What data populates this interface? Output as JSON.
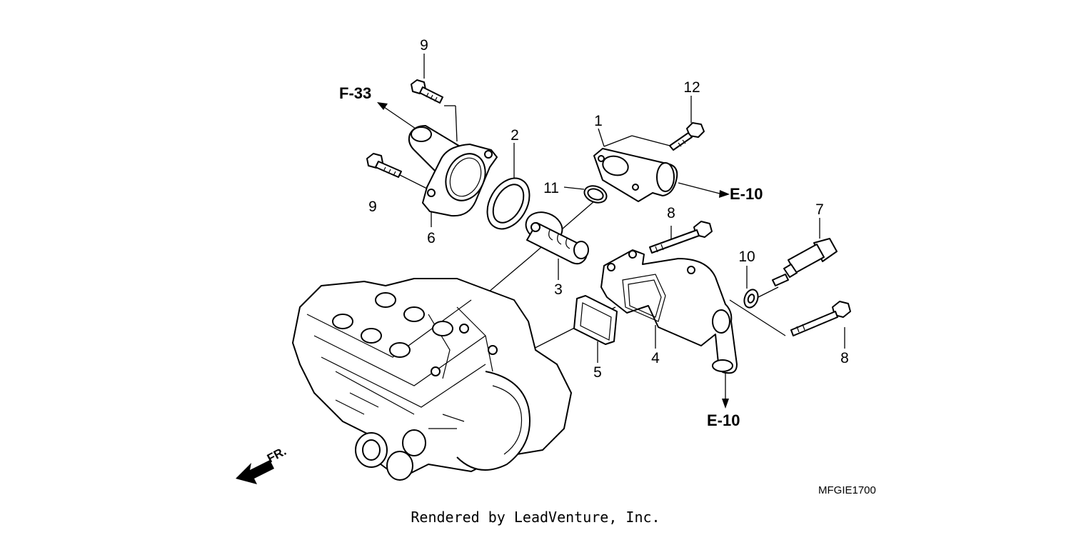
{
  "callouts": {
    "c1": "1",
    "c2": "2",
    "c3": "3",
    "c4": "4",
    "c5": "5",
    "c6": "6",
    "c7": "7",
    "c8a": "8",
    "c8b": "8",
    "c9a": "9",
    "c9b": "9",
    "c10": "10",
    "c11": "11",
    "c12": "12"
  },
  "references": {
    "f33": "F-33",
    "e10a": "E-10",
    "e10b": "E-10"
  },
  "direction_label": "FR.",
  "diagram_code": "MFGIE1700",
  "footer": "Rendered by LeadVenture, Inc."
}
